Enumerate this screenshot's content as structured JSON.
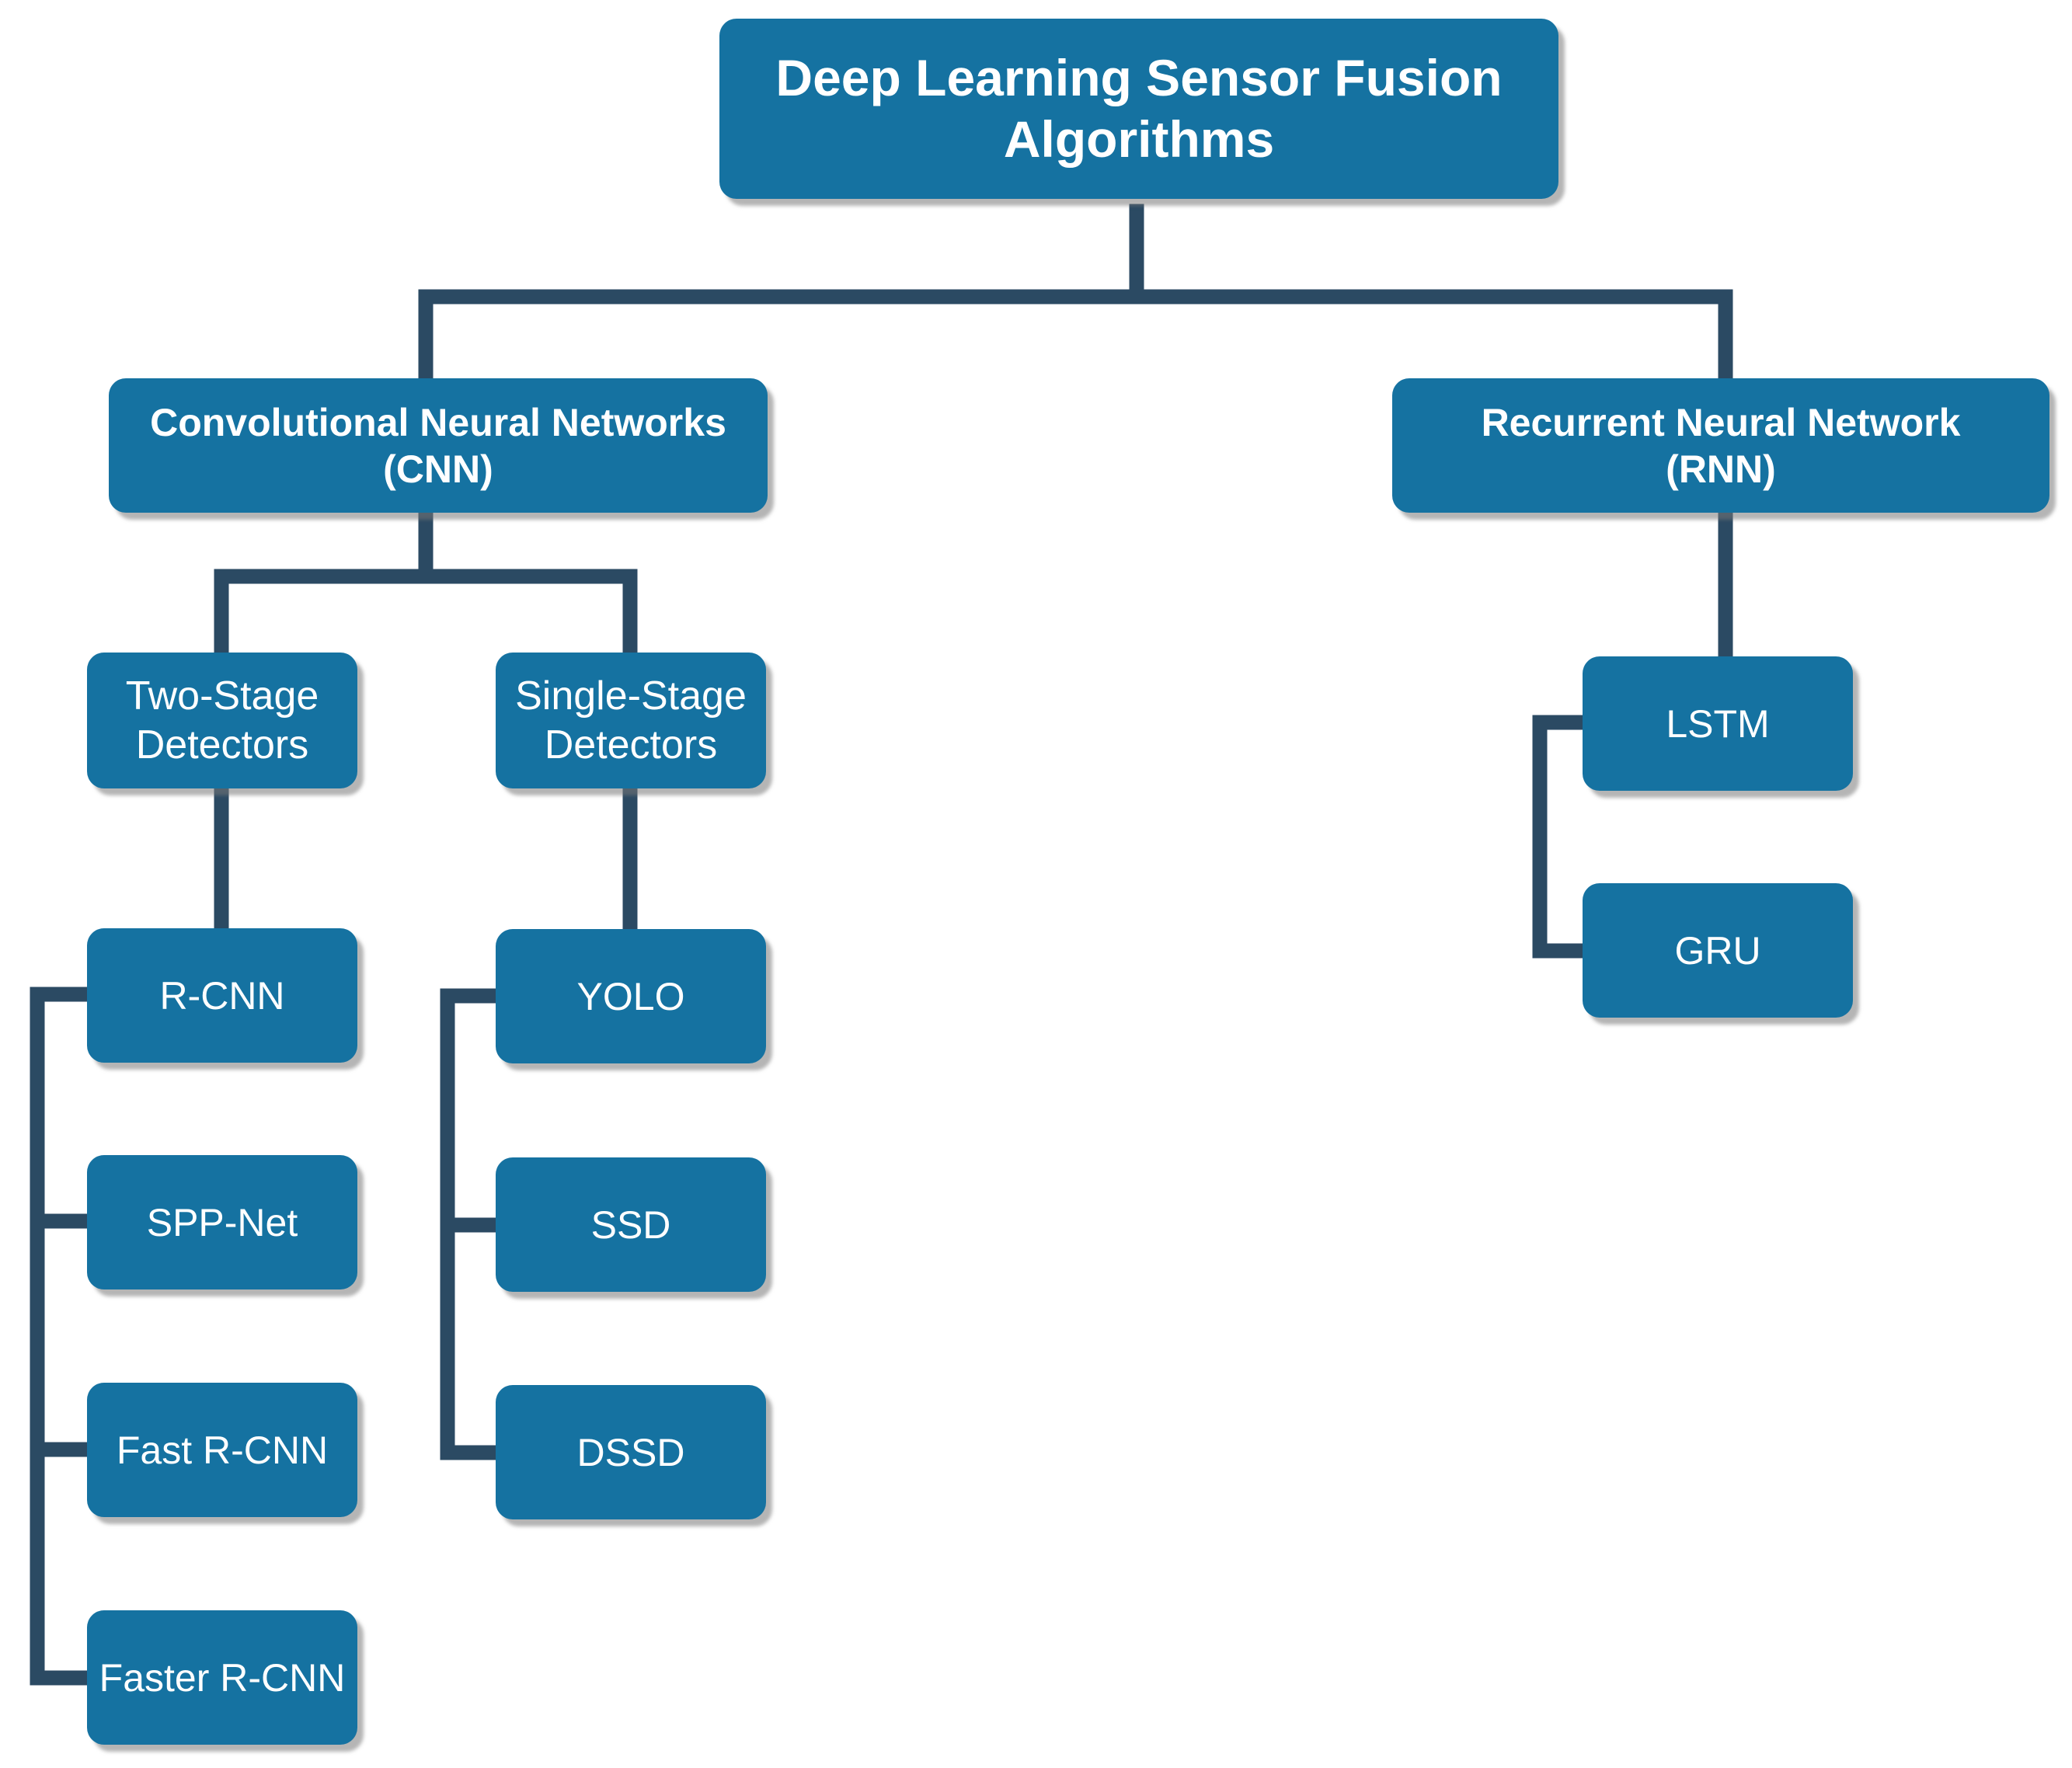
{
  "root": {
    "line1": "Deep Learning Sensor Fusion",
    "line2": "Algorithms"
  },
  "cnn": {
    "line1": "Convolutional Neural Networks",
    "line2": "(CNN)"
  },
  "rnn": {
    "line1": "Recurrent Neural Network",
    "line2": "(RNN)"
  },
  "two_stage": {
    "line1": "Two-Stage",
    "line2": "Detectors"
  },
  "single_stage": {
    "line1": "Single-Stage",
    "line2": "Detectors"
  },
  "two_stage_items": [
    "R-CNN",
    "SPP-Net",
    "Fast R-CNN",
    "Faster R-CNN"
  ],
  "single_stage_items": [
    "YOLO",
    "SSD",
    "DSSD"
  ],
  "rnn_items": [
    "LSTM",
    "GRU"
  ],
  "colors": {
    "box": "#1572a1",
    "connector": "#2b4a63",
    "text": "#ffffff"
  }
}
